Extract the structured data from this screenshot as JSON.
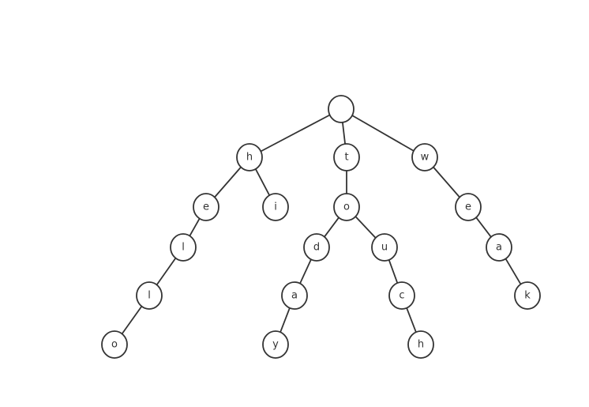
{
  "diagram": {
    "type": "trie",
    "colors": {
      "stroke": "#333333",
      "node_fill": "#ffffff",
      "background": "#ffffff"
    },
    "root": "n0",
    "nodes": [
      {
        "id": "n0",
        "label": ""
      },
      {
        "id": "n_h",
        "label": "h"
      },
      {
        "id": "n_t",
        "label": "t"
      },
      {
        "id": "n_w",
        "label": "w"
      },
      {
        "id": "n_he",
        "label": "e"
      },
      {
        "id": "n_hi",
        "label": "i"
      },
      {
        "id": "n_to",
        "label": "o"
      },
      {
        "id": "n_we",
        "label": "e"
      },
      {
        "id": "n_hel",
        "label": "l"
      },
      {
        "id": "n_tod",
        "label": "d"
      },
      {
        "id": "n_tou",
        "label": "u"
      },
      {
        "id": "n_wea",
        "label": "a"
      },
      {
        "id": "n_hell",
        "label": "l"
      },
      {
        "id": "n_toda",
        "label": "a"
      },
      {
        "id": "n_touc",
        "label": "c"
      },
      {
        "id": "n_weak",
        "label": "k"
      },
      {
        "id": "n_hello",
        "label": "o"
      },
      {
        "id": "n_today",
        "label": "y"
      },
      {
        "id": "n_touch",
        "label": "h"
      }
    ],
    "edges": [
      [
        "n0",
        "n_h"
      ],
      [
        "n0",
        "n_t"
      ],
      [
        "n0",
        "n_w"
      ],
      [
        "n_h",
        "n_he"
      ],
      [
        "n_h",
        "n_hi"
      ],
      [
        "n_t",
        "n_to"
      ],
      [
        "n_w",
        "n_we"
      ],
      [
        "n_he",
        "n_hel"
      ],
      [
        "n_to",
        "n_tod"
      ],
      [
        "n_to",
        "n_tou"
      ],
      [
        "n_we",
        "n_wea"
      ],
      [
        "n_hel",
        "n_hell"
      ],
      [
        "n_tod",
        "n_toda"
      ],
      [
        "n_tou",
        "n_touc"
      ],
      [
        "n_wea",
        "n_weak"
      ],
      [
        "n_hell",
        "n_hello"
      ],
      [
        "n_toda",
        "n_today"
      ],
      [
        "n_touc",
        "n_touch"
      ]
    ]
  }
}
